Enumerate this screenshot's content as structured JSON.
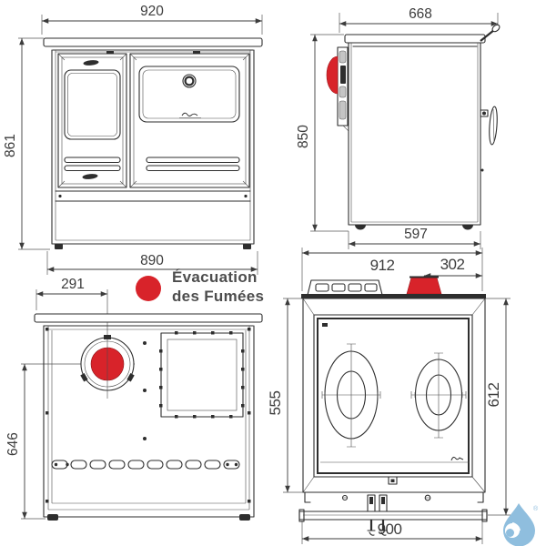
{
  "legend": {
    "line1": "Évacuation",
    "line2": "des Fumées",
    "marker_color": "#d8232a"
  },
  "views": {
    "front": {
      "dims": {
        "width_top": "920",
        "height_left": "861",
        "width_bottom": "890"
      }
    },
    "side": {
      "dims": {
        "depth_top": "668",
        "height_left": "850",
        "depth_bottom": "597"
      }
    },
    "back": {
      "dims": {
        "flue_offset_from_left": "291",
        "flue_center_to_floor": "646"
      }
    },
    "top": {
      "dims": {
        "width_overall": "912",
        "flue_offset_right": "302",
        "depth_left": "555",
        "depth_right": "612",
        "width_base": "900"
      }
    }
  },
  "colors": {
    "flue_red": "#d8232a",
    "drawing_line": "#2e2e2e",
    "dim_text": "#3c3c3c",
    "legend_text": "#4d4d4d",
    "logo_blue": "#8fbede"
  },
  "logo": {
    "registered": "®"
  }
}
